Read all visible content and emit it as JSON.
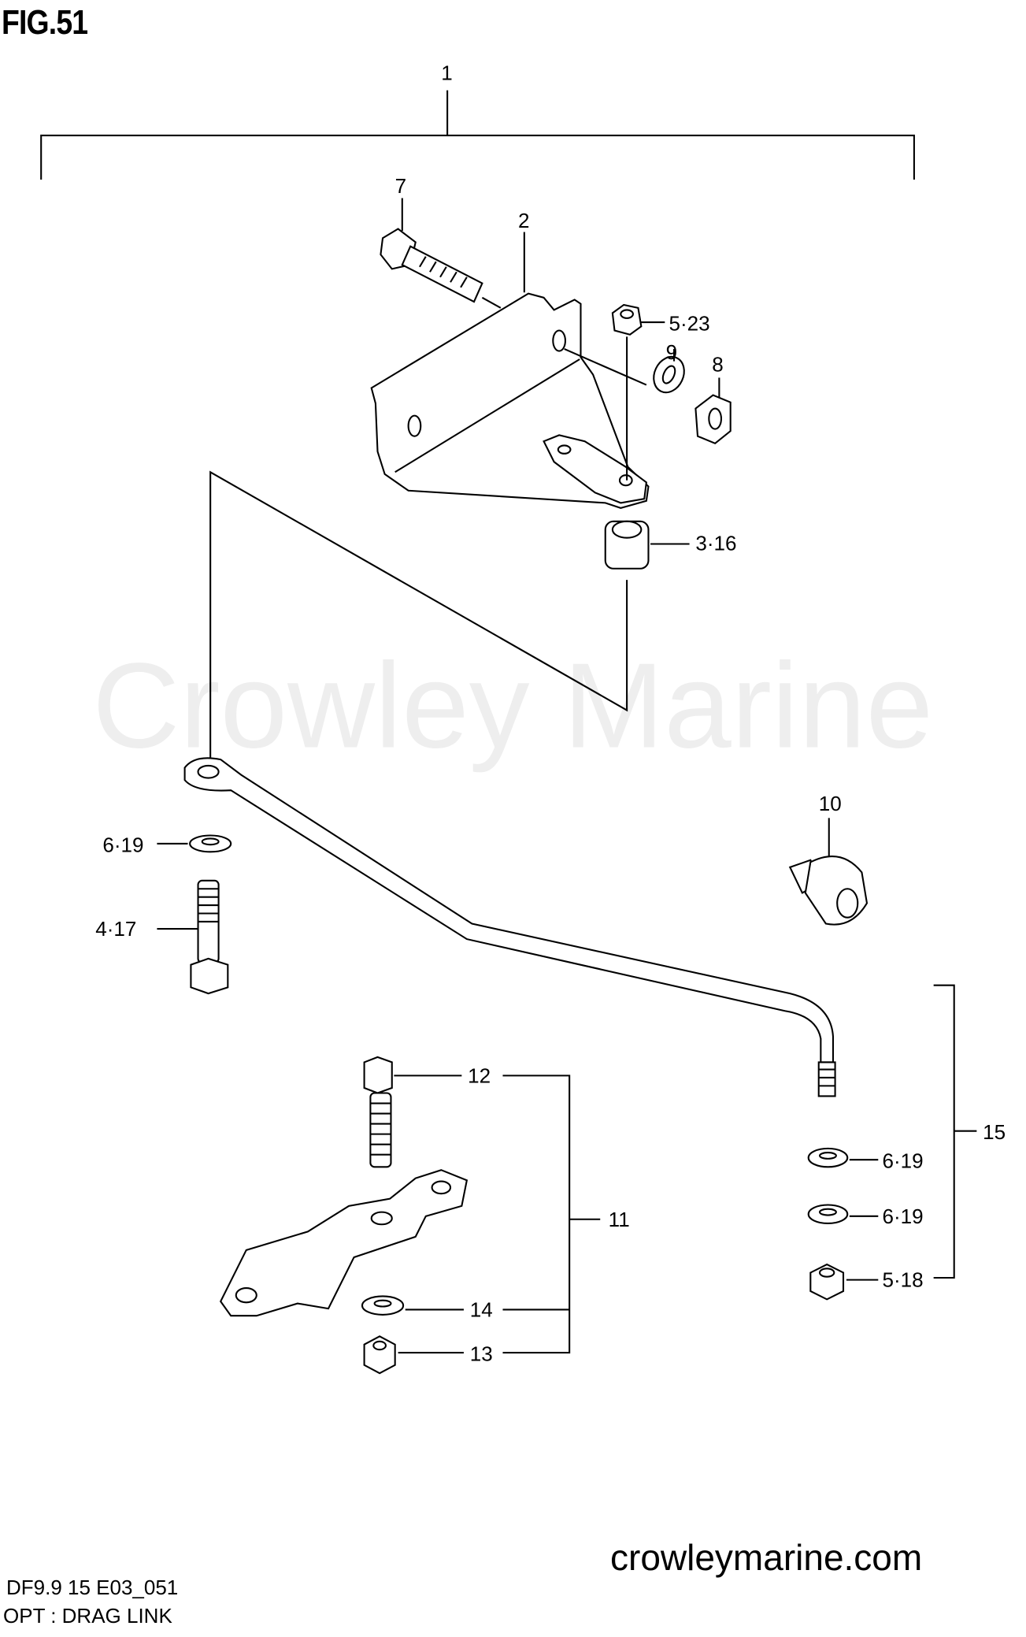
{
  "figure": {
    "title": "FIG.51",
    "code": "DF9.9 15 E03_051",
    "caption": "OPT : DRAG LINK"
  },
  "watermark": "Crowley Marine",
  "website": "crowleymarine.com",
  "labels": {
    "l1": "1",
    "l2": "2",
    "l7": "7",
    "l523": "5·23",
    "l9": "9",
    "l8": "8",
    "l316": "3·16",
    "l10": "10",
    "l619a": "6·19",
    "l417": "4·17",
    "l12": "12",
    "l11": "11",
    "l14": "14",
    "l13": "13",
    "l15": "15",
    "l619b": "6·19",
    "l619c": "6·19",
    "l518": "5·18"
  }
}
